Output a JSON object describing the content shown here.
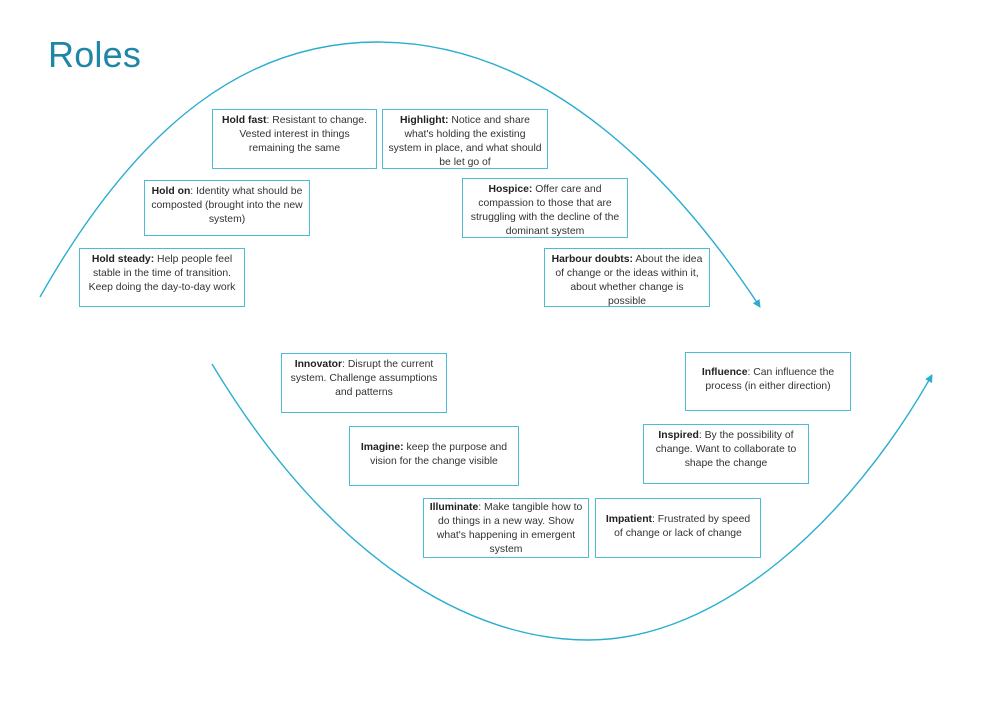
{
  "page": {
    "title": "Roles"
  },
  "colors": {
    "title": "#1e86a6",
    "curve": "#2aaed0",
    "box_border": "#4bbcd8"
  },
  "roles": {
    "hold_fast": {
      "label": "Hold fast",
      "text": ": Resistant to change. Vested interest in things remaining the same"
    },
    "highlight": {
      "label": "Highlight:",
      "text": " Notice and share what's holding the existing system in place, and what should be let go of"
    },
    "hold_on": {
      "label": "Hold on",
      "text": ": Identity what should be composted (brought into the new system)"
    },
    "hospice": {
      "label": "Hospice:",
      "text": " Offer care and compassion to those that are struggling with the decline of the dominant system"
    },
    "hold_steady": {
      "label": "Hold steady:",
      "text": " Help people feel stable in the time of transition. Keep doing the day-to-day work"
    },
    "harbour_doubts": {
      "label": "Harbour doubts:",
      "text": " About the idea of change or the ideas within it, about whether change is possible"
    },
    "innovator": {
      "label": "Innovator",
      "text": ": Disrupt the current system. Challenge assumptions and patterns"
    },
    "influence": {
      "label": "Influence",
      "text": ": Can influence the process (in either direction)"
    },
    "imagine": {
      "label": "Imagine:",
      "text": " keep the purpose and vision for the change visible"
    },
    "inspired": {
      "label": "Inspired",
      "text": ": By the possibility of change. Want to collaborate to shape the change"
    },
    "illuminate": {
      "label": "Illuminate",
      "text": ": Make tangible how to do things in a new way. Show what's happening in emergent system"
    },
    "impatient": {
      "label": "Impatient",
      "text": ": Frustrated by speed of change or lack of change"
    }
  }
}
